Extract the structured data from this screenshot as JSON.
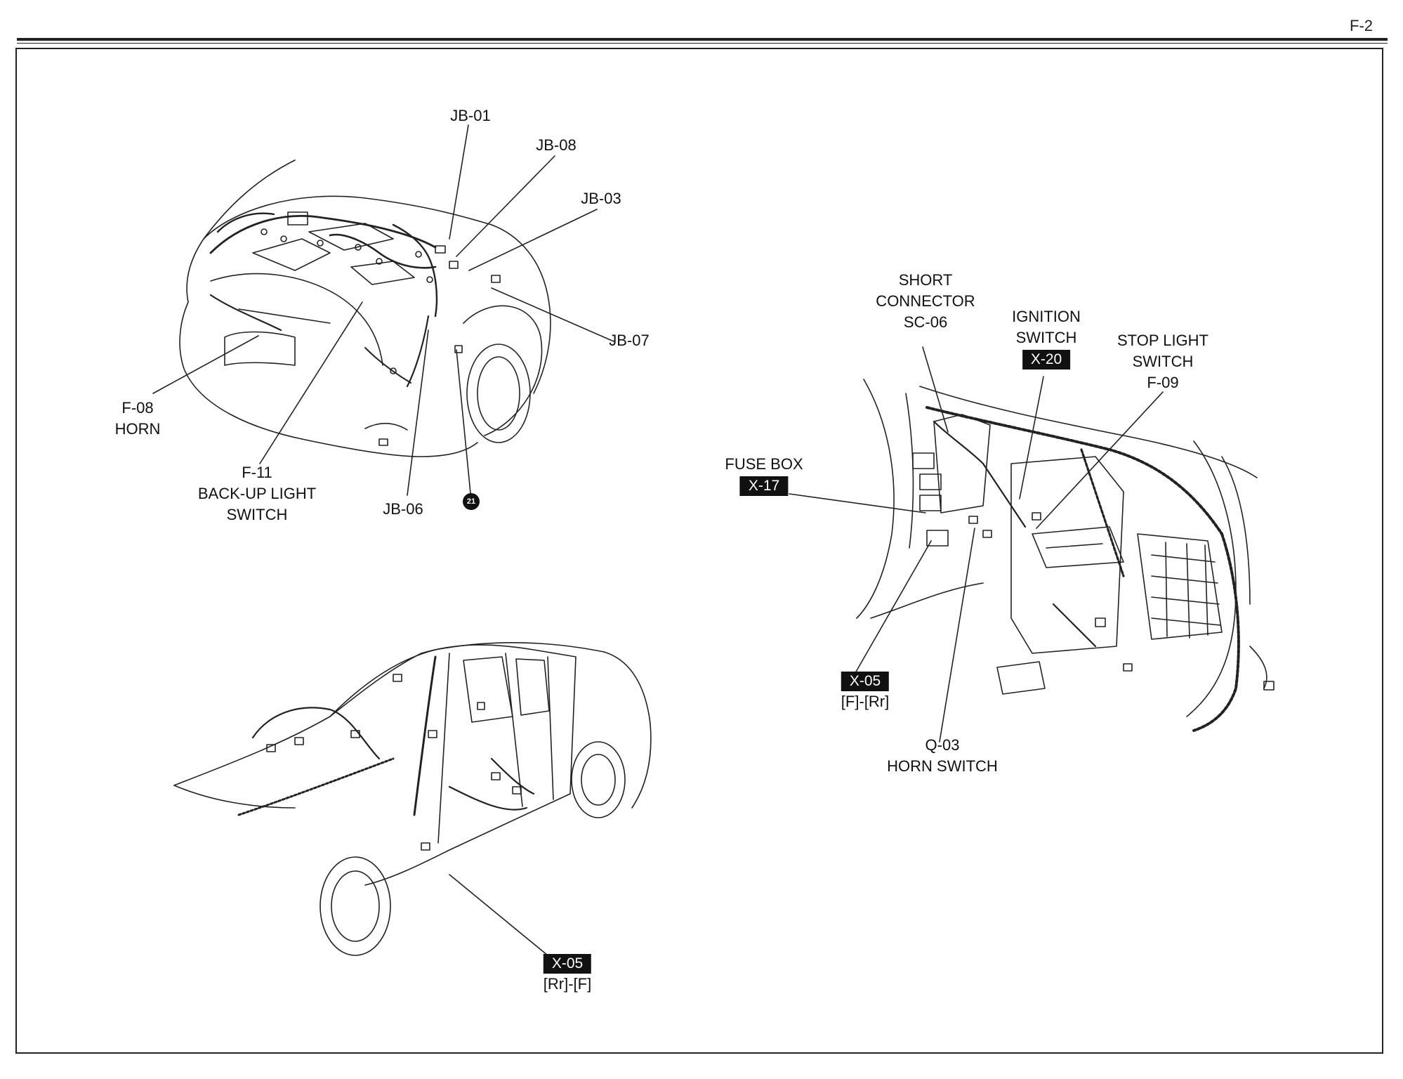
{
  "page_number": "F-2",
  "views": {
    "engine_bay": {
      "callouts": {
        "jb01": "JB-01",
        "jb08": "JB-08",
        "jb03": "JB-03",
        "jb07": "JB-07",
        "jb06": "JB-06",
        "f08": [
          "F-08",
          "HORN"
        ],
        "f11": [
          "F-11",
          "BACK-UP LIGHT",
          "SWITCH"
        ],
        "ground_badge": "21"
      }
    },
    "body_side": {
      "callouts": {
        "x05_rr_f": {
          "tag": "X-05",
          "sub": "[Rr]-[F]"
        }
      }
    },
    "interior": {
      "callouts": {
        "short_connector": [
          "SHORT",
          "CONNECTOR",
          "SC-06"
        ],
        "ignition_switch": {
          "lines": [
            "IGNITION",
            "SWITCH"
          ],
          "tag": "X-20"
        },
        "stop_light_switch": [
          "STOP LIGHT",
          "SWITCH",
          "F-09"
        ],
        "fuse_box": {
          "text": "FUSE BOX",
          "tag": "X-17"
        },
        "x05_f_rr": {
          "tag": "X-05",
          "sub": "[F]-[Rr]"
        },
        "horn_switch": [
          "Q-03",
          "HORN SWITCH"
        ]
      }
    }
  }
}
